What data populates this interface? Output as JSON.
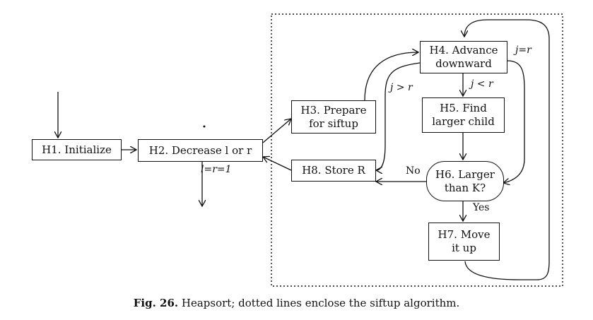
{
  "nodes": {
    "h1": "H1. Initialize",
    "h2": "H2. Decrease l or r",
    "h3": "H3. Prepare\nfor siftup",
    "h4": "H4. Advance\ndownward",
    "h5": "H5. Find\nlarger child",
    "h6": "H6. Larger\nthan K?",
    "h7": "H7. Move\nit up",
    "h8": "H8. Store R"
  },
  "edge_labels": {
    "l_eq_r_eq_1": "l=r=1",
    "j_gt_r": "j > r",
    "j_lt_r": "j < r",
    "j_eq_r": "j=r",
    "no": "No",
    "yes": "Yes"
  },
  "caption": {
    "label": "Fig. 26.",
    "text": "Heapsort; dotted lines enclose the siftup algorithm."
  }
}
